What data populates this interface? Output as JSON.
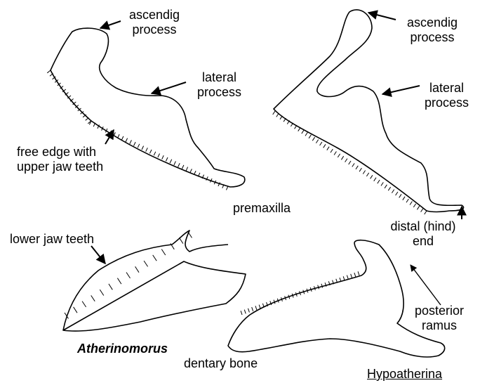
{
  "labels": {
    "ascending_left": [
      "ascendig",
      "process"
    ],
    "lateral_left": [
      "lateral",
      "process"
    ],
    "free_edge": [
      "free edge with",
      "upper jaw teeth"
    ],
    "ascending_right": [
      "ascendig",
      "process"
    ],
    "lateral_right": [
      "lateral",
      "process"
    ],
    "premaxilla": "premaxilla",
    "distal_end": [
      "distal (hind)",
      "end"
    ],
    "lower_jaw_teeth": "lower jaw teeth",
    "posterior_ramus": [
      "posterior",
      "ramus"
    ],
    "dentary_bone": "dentary bone"
  },
  "species": {
    "left": "Atherinomorus",
    "right": "Hypoatherina"
  },
  "colors": {
    "ink": "#000000",
    "background": "#ffffff"
  }
}
